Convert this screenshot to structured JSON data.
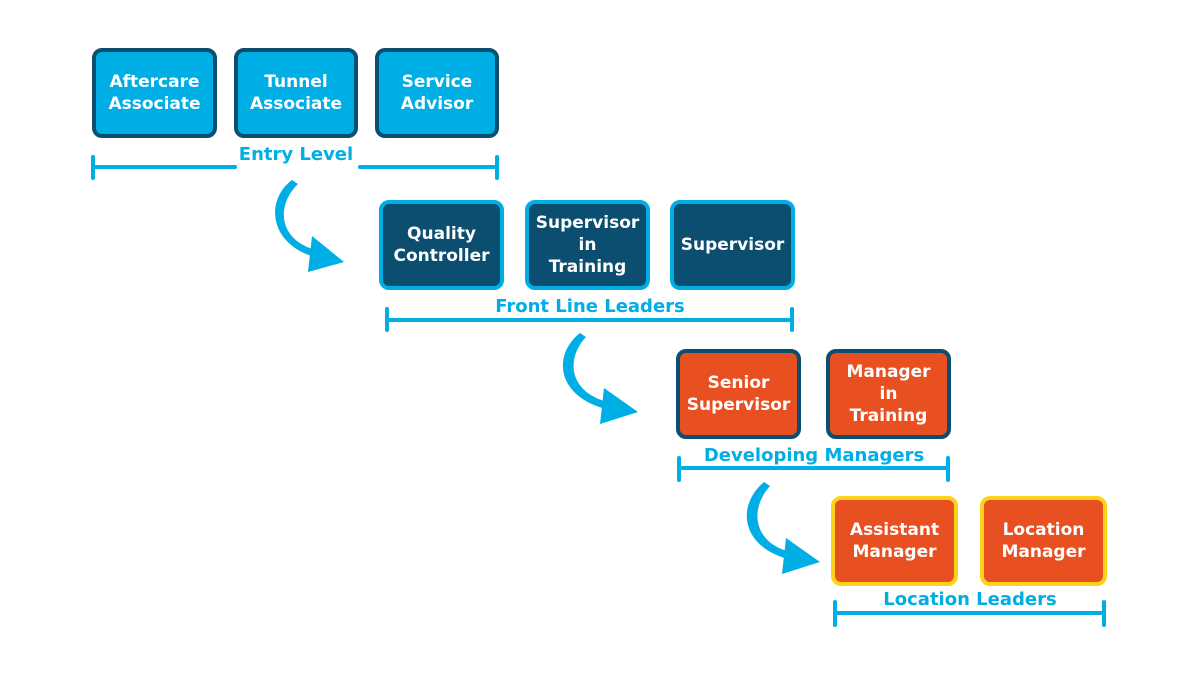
{
  "tiers": [
    {
      "label": "Entry Level",
      "roles": [
        "Aftercare\nAssociate",
        "Tunnel\nAssociate",
        "Service\nAdvisor"
      ]
    },
    {
      "label": "Front Line Leaders",
      "roles": [
        "Quality\nController",
        "Supervisor\nin\nTraining",
        "Supervisor"
      ]
    },
    {
      "label": "Developing Managers",
      "roles": [
        "Senior\nSupervisor",
        "Manager\nin\nTraining"
      ]
    },
    {
      "label": "Location Leaders",
      "roles": [
        "Assistant\nManager",
        "Location\nManager"
      ]
    }
  ],
  "colors": {
    "light_blue": "#00aee6",
    "dark_blue": "#0c4e70",
    "orange": "#e84f21",
    "yellow": "#fcd319"
  }
}
